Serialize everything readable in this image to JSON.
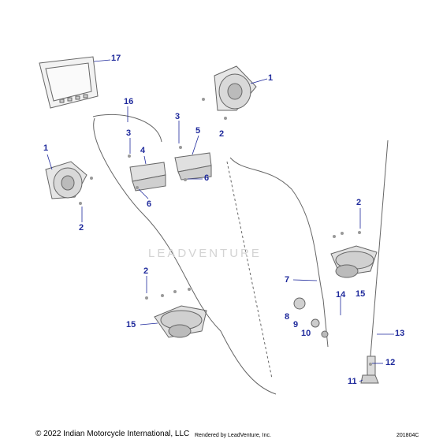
{
  "diagram": {
    "watermark": "LEADVENTURE",
    "callouts": [
      "17",
      "1",
      "16",
      "3",
      "2",
      "5",
      "4",
      "3",
      "1",
      "6",
      "6",
      "2",
      "2",
      "2",
      "7",
      "15",
      "14",
      "8",
      "9",
      "10",
      "15",
      "13",
      "12",
      "11"
    ]
  },
  "footer": {
    "copyright": "© 2022 Indian Motorcycle International, LLC",
    "rendered_by": "Rendered by LeadVenture, Inc.",
    "code": "201804C"
  },
  "colors": {
    "callout": "#1f2a9c",
    "line": "#666666",
    "part_fill": "#dcdcdc"
  }
}
